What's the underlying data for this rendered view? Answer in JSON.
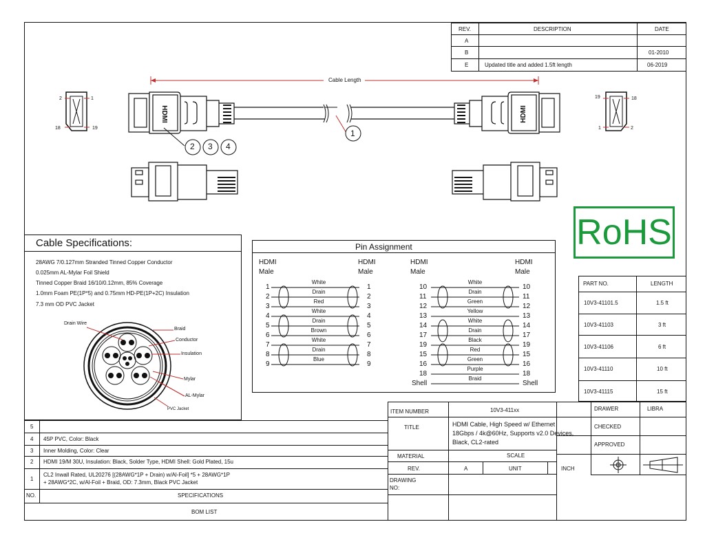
{
  "revision_table": {
    "headers": {
      "rev": "REV.",
      "description": "DESCRIPTION",
      "date": "DATE"
    },
    "rows": [
      {
        "rev": "A",
        "description": "",
        "date": ""
      },
      {
        "rev": "B",
        "description": "",
        "date": "01-2010"
      },
      {
        "rev": "E",
        "description": "Updated title and added 1.5ft length",
        "date": "06-2019"
      }
    ]
  },
  "drawing": {
    "cable_length_label": "Cable Length",
    "callouts": [
      "1",
      "2",
      "3",
      "4"
    ],
    "connector_text": "HDMI",
    "pinout_left": {
      "top_left": "2",
      "top_right": "1",
      "bottom_left": "18",
      "bottom_right": "19"
    },
    "pinout_right": {
      "top_left": "19",
      "top_right": "18",
      "bottom_left": "1",
      "bottom_right": "2"
    }
  },
  "rohs": {
    "label": "RoHS",
    "color": "#1a9a3a"
  },
  "cable_specs": {
    "title": "Cable Specifications:",
    "lines": [
      "28AWG 7/0.127mm Stranded Tinned Copper Conductor",
      "0.025mm AL-Mylar Foil Shield",
      "Tinned Copper Braid 16/10/0.12mm, 85% Coverage",
      "1.0mm Foam PE(1P*5) and 0.75mm HD-PE(1P+2C) Insulation",
      "7.3 mm OD PVC Jacket"
    ],
    "cross_section_labels": {
      "drain_wire": "Drain Wire",
      "braid": "Braid",
      "conductor": "Conductor",
      "insulation": "Insulation",
      "mylar": "Mylar",
      "al_mylar": "AL-Mylar",
      "pvc_jacket": "PVC Jacket"
    }
  },
  "pin_assignment": {
    "title": "Pin Assignment",
    "left_header": {
      "a": "HDMI",
      "b": "Male",
      "c": "HDMI",
      "d": "Male"
    },
    "right_header": {
      "a": "HDMI",
      "b": "Male",
      "c": "HDMI",
      "d": "Male"
    },
    "left_pins": [
      "1",
      "2",
      "3",
      "4",
      "5",
      "6",
      "7",
      "8",
      "9"
    ],
    "left_colors": [
      "White",
      "Drain",
      "Red",
      "White",
      "Drain",
      "Brown",
      "White",
      "Drain",
      "Blue"
    ],
    "right_pins": [
      "10",
      "11",
      "12",
      "13",
      "14",
      "17",
      "19",
      "15",
      "16",
      "18",
      "Shell"
    ],
    "right_colors": [
      "White",
      "Drain",
      "Green",
      "Yellow",
      "White",
      "Drain",
      "Black",
      "Red",
      "Green",
      "Purple",
      "Braid"
    ]
  },
  "parts_table": {
    "headers": {
      "part": "PART NO.",
      "length": "LENGTH"
    },
    "rows": [
      {
        "part": "10V3-41101.5",
        "length": "1.5 ft"
      },
      {
        "part": "10V3-41103",
        "length": "3 ft"
      },
      {
        "part": "10V3-41106",
        "length": "6 ft"
      },
      {
        "part": "10V3-41110",
        "length": "10 ft"
      },
      {
        "part": "10V3-41115",
        "length": "15 ft"
      }
    ]
  },
  "bom": {
    "rows": [
      {
        "no": "5",
        "spec": ""
      },
      {
        "no": "4",
        "spec": "45P PVC, Color: Black"
      },
      {
        "no": "3",
        "spec": "Inner Molding, Color: Clear"
      },
      {
        "no": "2",
        "spec": "HDMI 19/M 30U, Insulation: Black, Solder Type, HDMI Shell: Gold Plated, 15u"
      },
      {
        "no": "1",
        "spec_line1": "CL2 Inwall Rated, UL20276  [(28AWG*1P + Drain) w/Al-Foil] *5 + 28AWG*1P",
        "spec_line2": "+ 28AWG*2C,  w/Al-Foil + Braid, OD: 7.3mm, Black PVC Jacket"
      }
    ],
    "header_no": "NO.",
    "header_spec": "SPECIFICATIONS",
    "footer": "BOM LIST"
  },
  "title_block": {
    "item_number_label": "ITEM NUMBER",
    "item_number": "10V3-411xx",
    "title_label": "TITLE",
    "title_lines": [
      "HDMI Cable, High Speed w/ Ethernet",
      "18Gbps / 4k@60Hz, Supports v2.0 Devices,",
      "Black, CL2-rated"
    ],
    "material_label": "MATERIAL",
    "scale_label": "SCALE",
    "rev_label": "REV.",
    "rev_value": "A",
    "unit_label": "UNIT",
    "unit_value": "INCH",
    "drawing_no_label_1": "DRAWING",
    "drawing_no_label_2": "NO:",
    "drawer_label": "DRAWER",
    "drawer_value": "LIBRA",
    "checked_label": "CHECKED",
    "approved_label": "APPROVED"
  }
}
